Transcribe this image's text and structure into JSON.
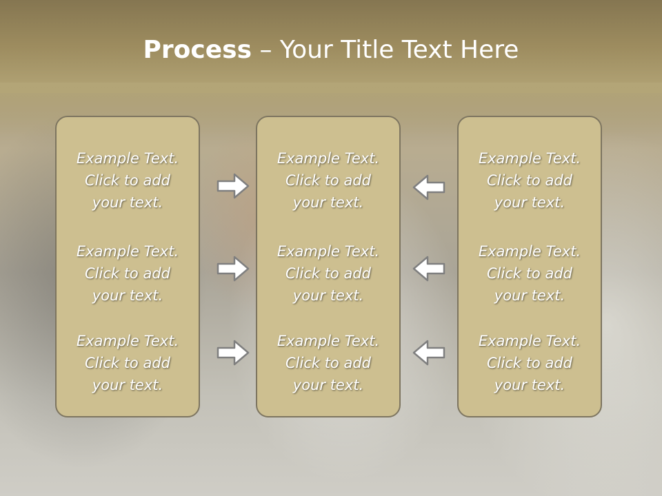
{
  "slide": {
    "title_bold": "Process",
    "title_rest": " – Your Title Text Here"
  },
  "columns": [
    {
      "items": [
        {
          "line1": "Example Text.",
          "line2": "Click  to add",
          "line3": "your text."
        },
        {
          "line1": "Example Text.",
          "line2": "Click  to add",
          "line3": "your text."
        },
        {
          "line1": "Example Text.",
          "line2": "Click  to add",
          "line3": "your text."
        }
      ]
    },
    {
      "items": [
        {
          "line1": "Example Text.",
          "line2": "Click  to add",
          "line3": "your text."
        },
        {
          "line1": "Example Text.",
          "line2": "Click  to add",
          "line3": "your text."
        },
        {
          "line1": "Example Text.",
          "line2": "Click  to add",
          "line3": "your text."
        }
      ]
    },
    {
      "items": [
        {
          "line1": "Example Text.",
          "line2": "Click  to add",
          "line3": "your text."
        },
        {
          "line1": "Example Text.",
          "line2": "Click  to add",
          "line3": "your text."
        },
        {
          "line1": "Example Text.",
          "line2": "Click  to add",
          "line3": "your text."
        }
      ]
    }
  ],
  "arrows": {
    "left_group": "right-arrow-icon",
    "right_group": "left-arrow-icon"
  },
  "colors": {
    "box_fill": "#cdbf90",
    "box_border": "#7d7560",
    "arrow_fill": "#ffffff",
    "arrow_stroke": "#7f7f7f",
    "title_band": "#9d8c5f"
  }
}
